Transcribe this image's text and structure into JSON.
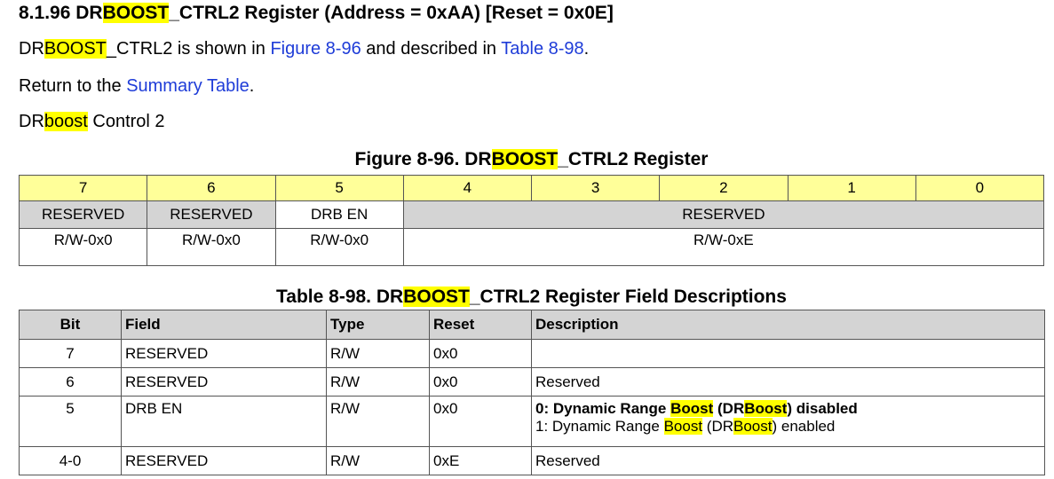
{
  "section": {
    "number": "8.1.96",
    "name_pre": "DR",
    "name_hl": "BOOST",
    "name_post": "_CTRL2 Register (Address = 0xAA) [Reset = 0x0E]"
  },
  "intro": {
    "pre": "DR",
    "hl": "BOOST",
    "mid": "_CTRL2 is shown in ",
    "fig_link": "Figure 8-96",
    "and": " and described in ",
    "table_link": "Table 8-98",
    "end": "."
  },
  "return_line": {
    "pre": "Return to the ",
    "link": "Summary Table",
    "end": "."
  },
  "subtitle": {
    "pre": "DR",
    "hl": "boost",
    "post": " Control 2"
  },
  "figure": {
    "caption_pre": "Figure 8-96. DR",
    "caption_hl": "BOOST",
    "caption_post": "_CTRL2 Register",
    "bits": [
      "7",
      "6",
      "5",
      "4",
      "3",
      "2",
      "1",
      "0"
    ],
    "fields": [
      {
        "label": "RESERVED",
        "access": "R/W-0x0"
      },
      {
        "label": "RESERVED",
        "access": "R/W-0x0"
      },
      {
        "label": "DRB EN",
        "access": "R/W-0x0"
      },
      {
        "label": "RESERVED",
        "access": "R/W-0xE"
      }
    ]
  },
  "table": {
    "caption_pre": "Table 8-98. DR",
    "caption_hl": "BOOST",
    "caption_post": "_CTRL2 Register Field Descriptions",
    "headers": [
      "Bit",
      "Field",
      "Type",
      "Reset",
      "Description"
    ],
    "rows": [
      {
        "bit": "7",
        "field": "RESERVED",
        "type": "R/W",
        "reset": "0x0",
        "desc": ""
      },
      {
        "bit": "6",
        "field": "RESERVED",
        "type": "R/W",
        "reset": "0x0",
        "desc": "Reserved"
      },
      {
        "bit": "5",
        "field": "DRB EN",
        "type": "R/W",
        "reset": "0x0",
        "desc0": {
          "a": "0: Dynamic Range ",
          "b": "Boost",
          "c": " (DR",
          "d": "Boost",
          "e": ") disabled"
        },
        "desc1": {
          "a": "1: Dynamic Range ",
          "b": "Boost",
          "c": " (DR",
          "d": "Boost",
          "e": ") enabled"
        }
      },
      {
        "bit": "4-0",
        "field": "RESERVED",
        "type": "R/W",
        "reset": "0xE",
        "desc": "Reserved"
      }
    ]
  },
  "colors": {
    "highlight": "#ffff00",
    "link": "#1e3cd8",
    "bit_header_bg": "#ffff99",
    "header_bg": "#d4d4d4"
  }
}
